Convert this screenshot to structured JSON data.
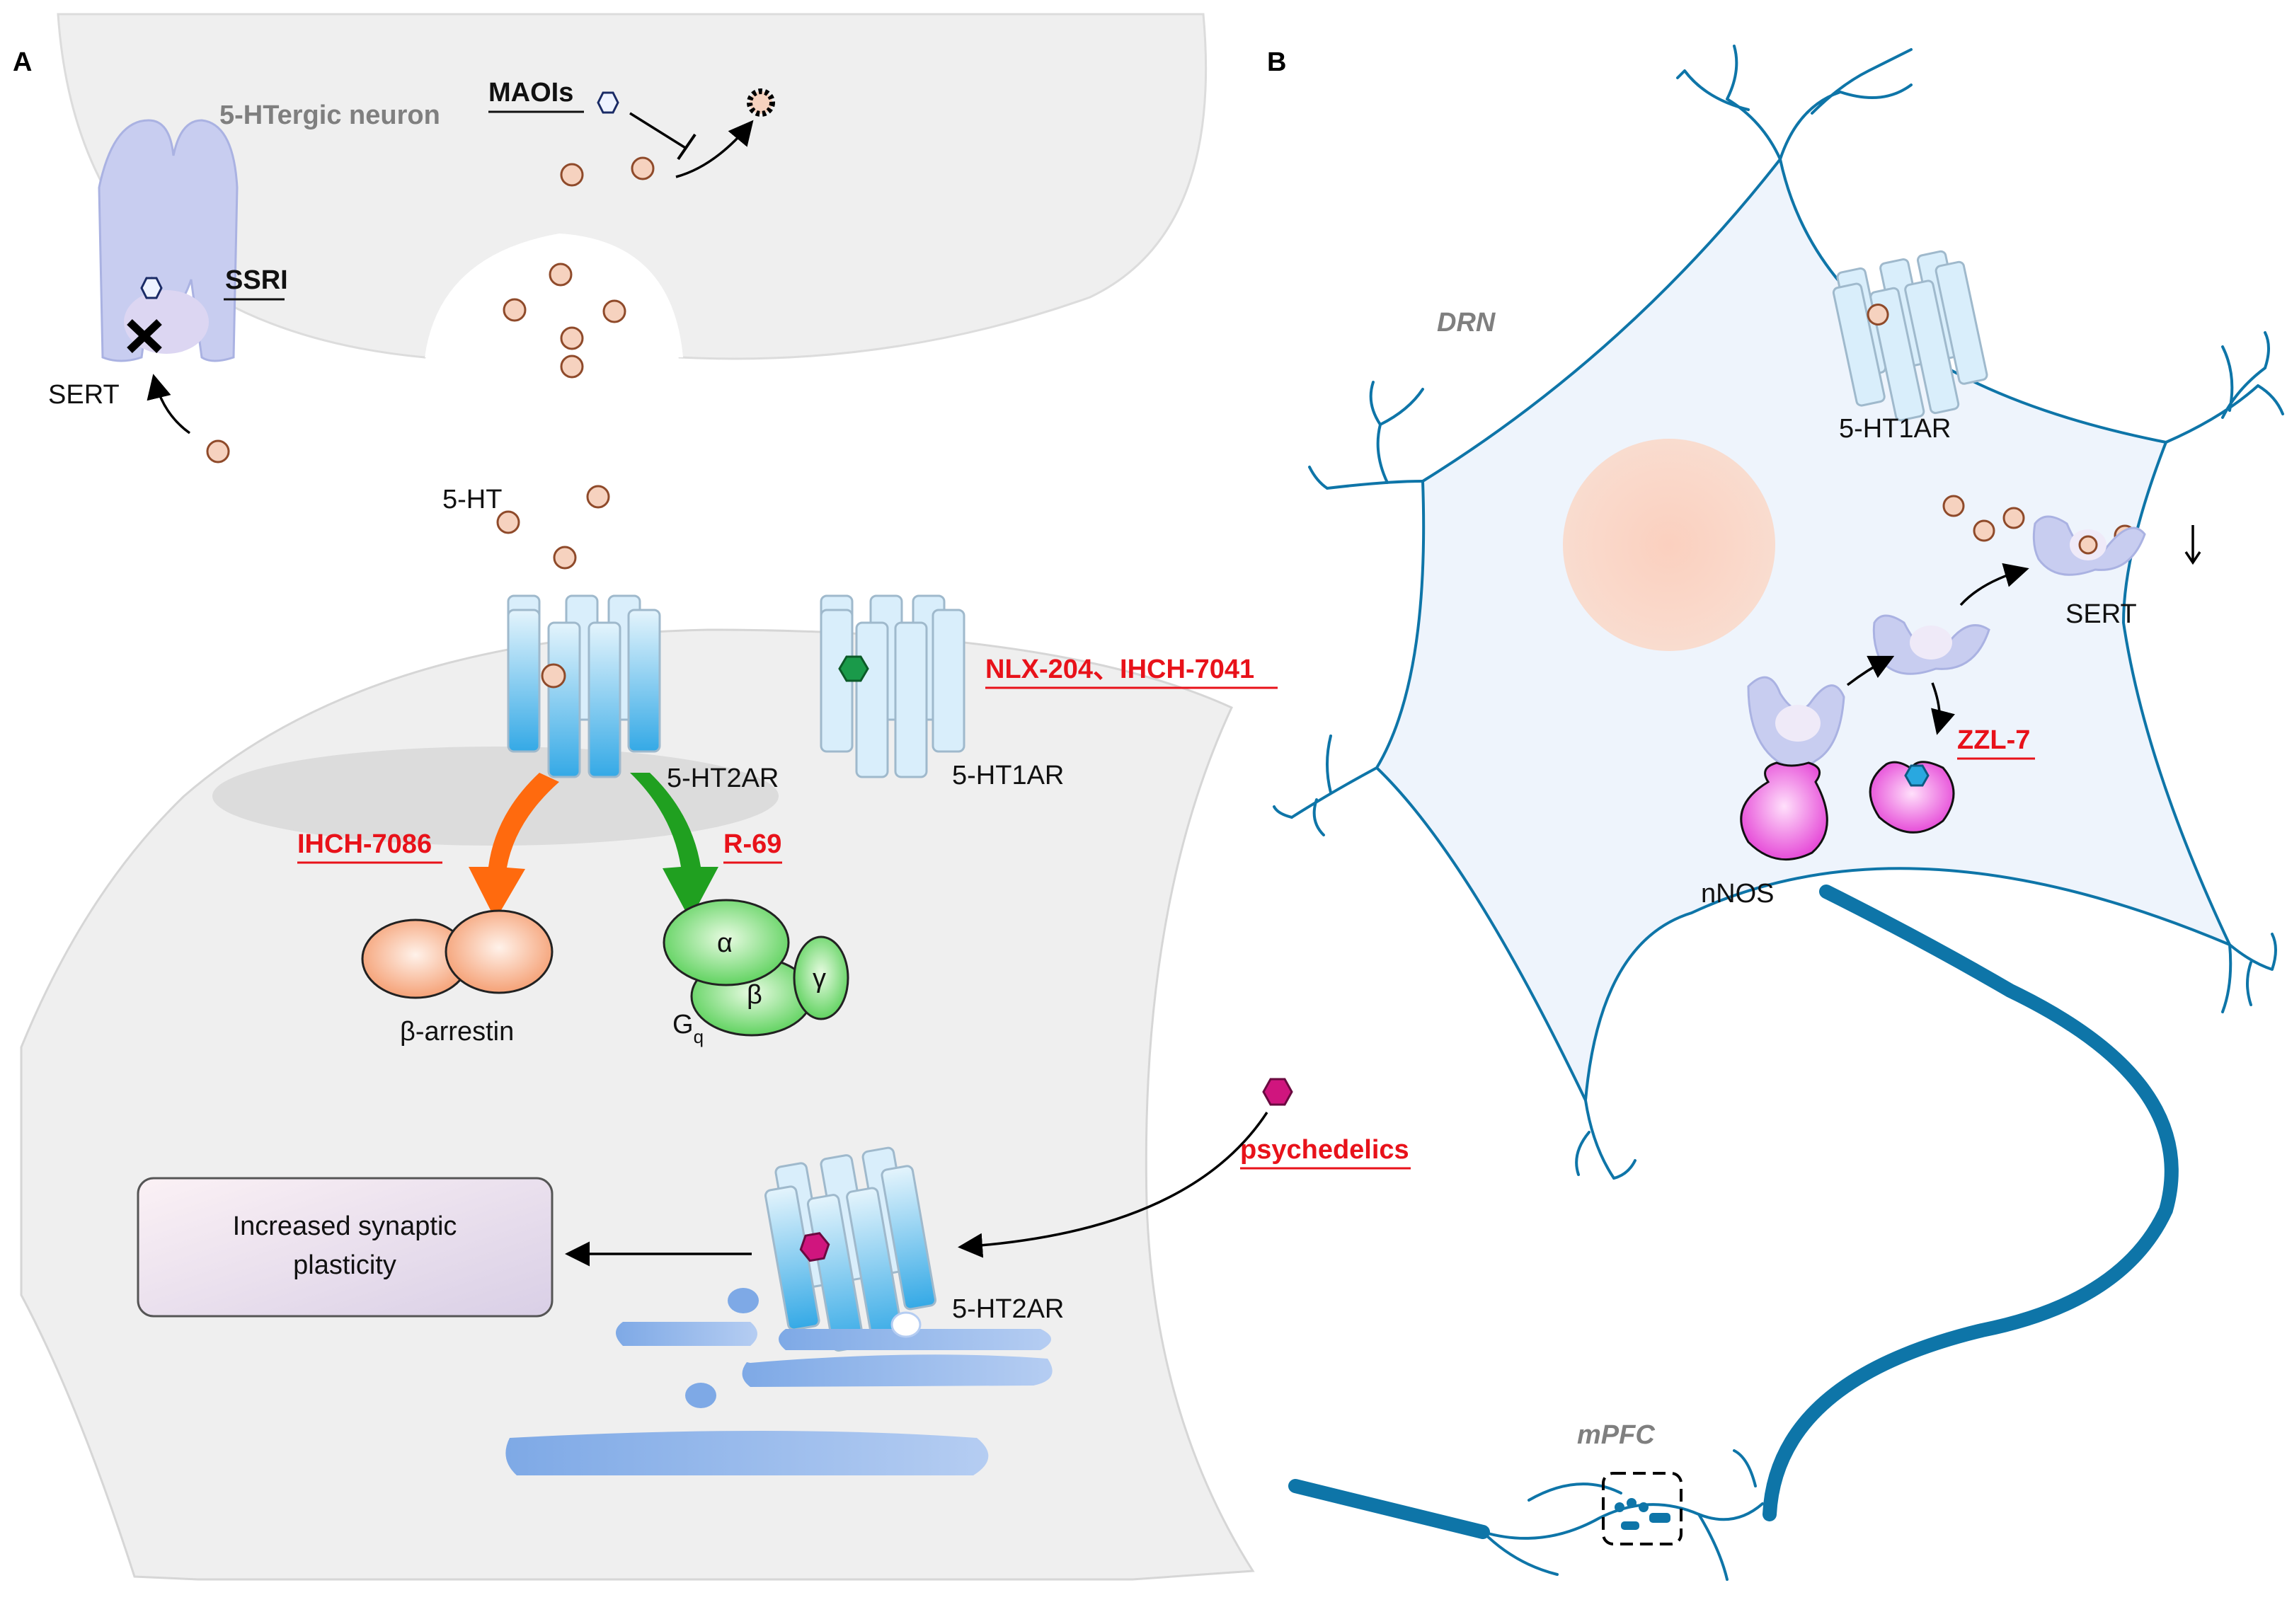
{
  "panel_a": {
    "label": "A",
    "presynaptic_neuron": "5-HTergic neuron",
    "maois": "MAOIs",
    "ssri": "SSRI",
    "sert": "SERT",
    "serotonin": "5-HT",
    "receptor_2a": "5-HT2AR",
    "receptor_1a": "5-HT1AR",
    "drug_nlx": "NLX-204、IHCH-7041",
    "drug_ihch7086": "IHCH-7086",
    "drug_r69": "R-69",
    "beta_arrestin": "β-arrestin",
    "alpha": "α",
    "beta": "β",
    "gamma": "γ",
    "gq": "G",
    "gq_sub": "q",
    "psychedelics": "psychedelics",
    "plasticity_line1": "Increased synaptic",
    "plasticity_line2": "plasticity",
    "receptor_2a_lower": "5-HT2AR"
  },
  "panel_b": {
    "label": "B",
    "drn": "DRN",
    "receptor_1a": "5-HT1AR",
    "sert": "SERT",
    "zzl7": "ZZL-7",
    "nnos": "nNOS",
    "mpfc": "mPFC"
  },
  "colors": {
    "drug_red": "#e8121a",
    "neuron_blue": "#0e75a8",
    "beta_arrestin": "#f7a57c",
    "gq_green": "#5cd65c",
    "nnos_magenta": "#e53fd6",
    "psychedelic": "#d0157e",
    "nlx_green": "#1a9a4a",
    "ihch_arrow": "#ff6a0e",
    "r69_arrow": "#20a020"
  }
}
